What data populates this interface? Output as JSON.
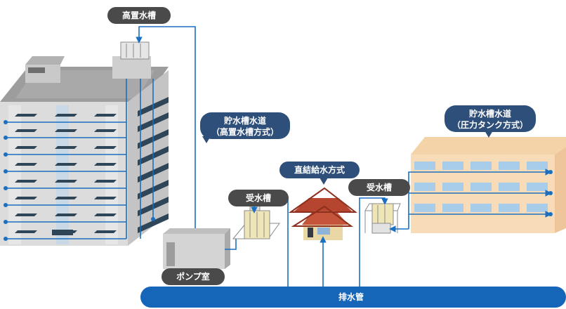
{
  "labels": {
    "elevated_tank": "高置水槽",
    "storage_elevated_line1": "貯水槽水道",
    "storage_elevated_line2": "（高置水槽方式）",
    "direct_supply": "直結給水方式",
    "receiving_tank_left": "受水槽",
    "receiving_tank_right": "受水槽",
    "storage_pressure_line1": "貯水槽水道",
    "storage_pressure_line2": "（圧力タンク方式）",
    "pump_room": "ポンプ室",
    "drain_pipe": "排水管"
  },
  "colors": {
    "pipe": "#1a6fc0",
    "drain": "#1565b8",
    "label_dark": "#4a4a4a",
    "label_blue": "#2e4f7a",
    "building_left": "#d9d9d9",
    "building_right": "#f8dcb8",
    "house_roof": "#b5452e",
    "house_wall": "#e9d8a6"
  }
}
